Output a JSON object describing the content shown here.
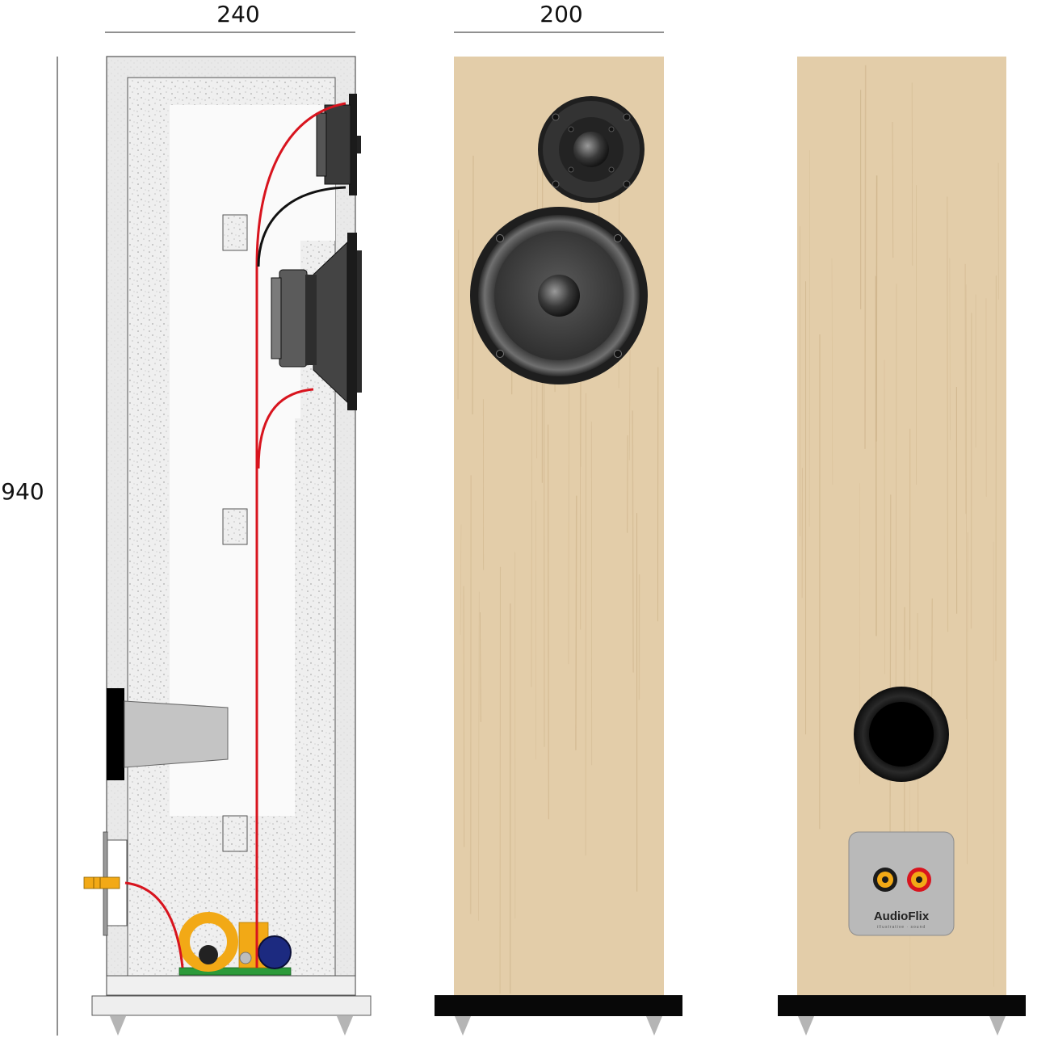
{
  "dimensions": {
    "depth": "240",
    "width": "200",
    "height": "940"
  },
  "views": [
    "cross-section",
    "front",
    "back"
  ],
  "brand": {
    "name": "AudioFlix",
    "tagline": "illustrative · sound"
  },
  "colors": {
    "wood": "#e0c9a4",
    "wood_grain": "#cdb38a",
    "wire_positive": "#d8141e",
    "wire_negative": "#111111",
    "terminal_gold": "#f2a916",
    "panel": "#b9b9b9",
    "foam": "#eeeeee",
    "cabinet_wall": "#e6e6e6"
  }
}
